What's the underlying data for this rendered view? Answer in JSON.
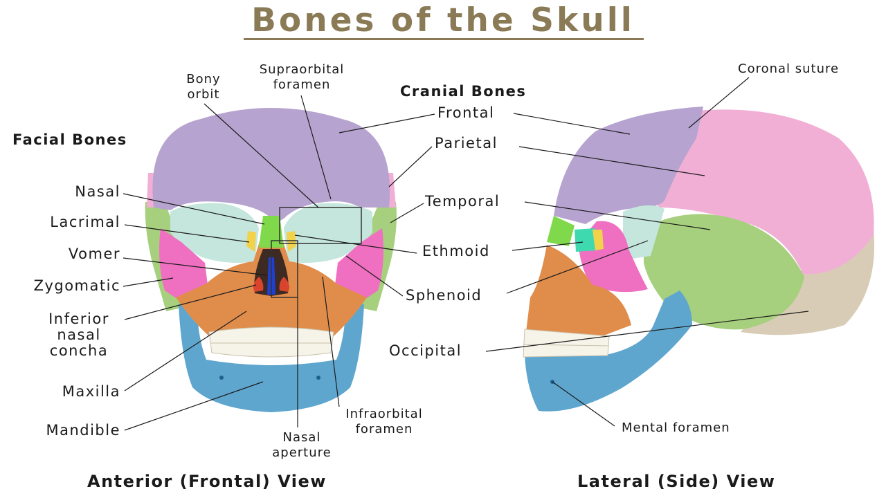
{
  "title": "Bones of the Skull",
  "headers": {
    "facial": "Facial Bones",
    "cranial": "Cranial Bones"
  },
  "views": {
    "anterior": "Anterior (Frontal) View",
    "lateral": "Lateral (Side) View"
  },
  "labels": {
    "bony_orbit": [
      "Bony",
      "orbit"
    ],
    "supraorbital_foramen": [
      "Supraorbital",
      "foramen"
    ],
    "coronal_suture": "Coronal suture",
    "frontal": "Frontal",
    "parietal": "Parietal",
    "temporal": "Temporal",
    "ethmoid": "Ethmoid",
    "sphenoid": "Sphenoid",
    "occipital": "Occipital",
    "nasal": "Nasal",
    "lacrimal": "Lacrimal",
    "vomer": "Vomer",
    "zygomatic": "Zygomatic",
    "inferior_nasal_concha": [
      "Inferior",
      "nasal",
      "concha"
    ],
    "maxilla": "Maxilla",
    "mandible": "Mandible",
    "nasal_aperture": [
      "Nasal",
      "aperture"
    ],
    "infraorbital_foramen": [
      "Infraorbital",
      "foramen"
    ],
    "mental_foramen": "Mental foramen"
  },
  "colors": {
    "title": "#8a7b56",
    "frontal": "#b6a3cf",
    "parietal": "#f2afd6",
    "temporal": "#a6cf7e",
    "sphenoid": "#ef6fc1",
    "ethmoid": "#c4e6dd",
    "maxilla": "#e08d4c",
    "mandible": "#5fa6cf",
    "occipital": "#d8ccb6",
    "nasal": "#7fd94a",
    "lacrimal": "#f1d24a",
    "vomer": "#1f3fd1",
    "concha": "#d9442f"
  }
}
